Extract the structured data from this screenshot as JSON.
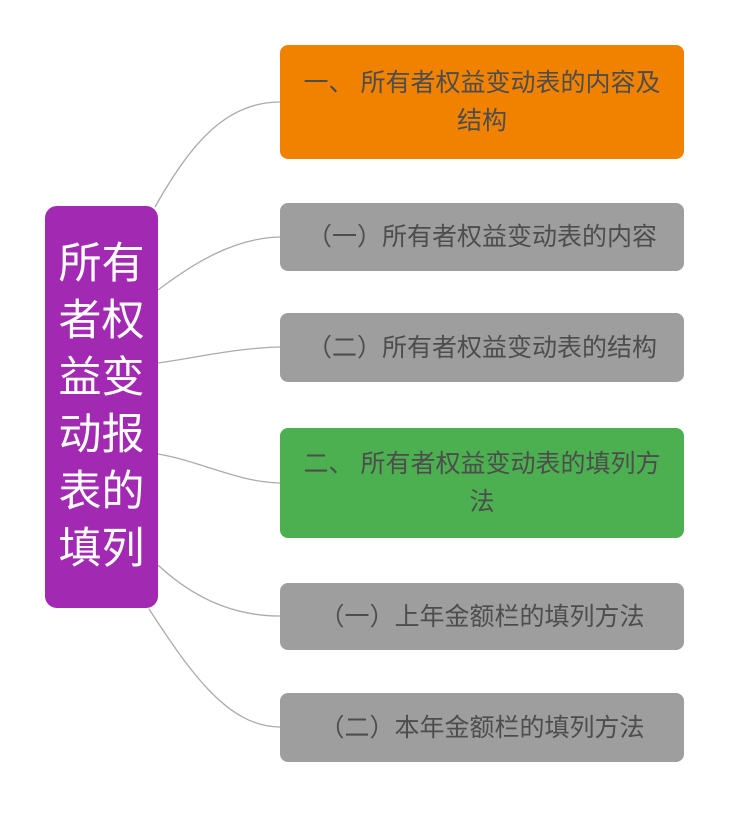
{
  "diagram": {
    "type": "mindmap",
    "root": {
      "label": "所有者权益变动报表的填列",
      "display": "所有\n者权\n益变\n动报\n表的\n填列",
      "color": "#a22ab2",
      "text_color": "#ffffff"
    },
    "branches": [
      {
        "label": "一、 所有者权益变动表的内容及结构",
        "display": "一、 所有者权益变动表的内容及\n结构",
        "color": "#f08200",
        "level": "primary"
      },
      {
        "label": "（一）所有者权益变动表的内容",
        "display": "（一）所有者权益变动表的内容",
        "color": "#9e9e9e",
        "level": "secondary"
      },
      {
        "label": "（二）所有者权益变动表的结构",
        "display": "（二）所有者权益变动表的结构",
        "color": "#9e9e9e",
        "level": "secondary"
      },
      {
        "label": "二、 所有者权益变动表的填列方法",
        "display": "二、 所有者权益变动表的填列方\n法",
        "color": "#4caf50",
        "level": "primary"
      },
      {
        "label": "（一）上年金额栏的填列方法",
        "display": "（一）上年金额栏的填列方法",
        "color": "#9e9e9e",
        "level": "secondary"
      },
      {
        "label": "（二）本年金额栏的填列方法",
        "display": "（二）本年金额栏的填列方法",
        "color": "#9e9e9e",
        "level": "secondary"
      }
    ],
    "connector_color": "#ababab",
    "branch_text_color": "#4d4d4d",
    "background_color": "#ffffff"
  }
}
